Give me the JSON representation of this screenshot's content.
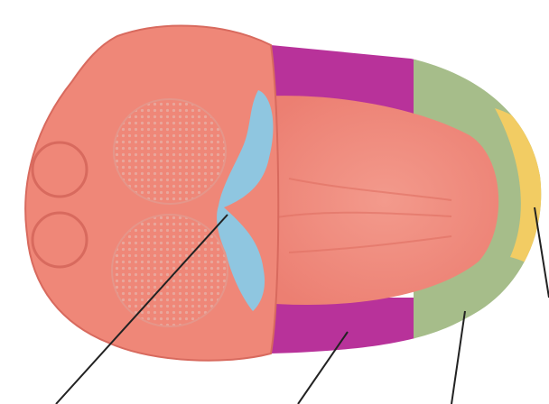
{
  "figure": {
    "subject": "tongue-taste-regions",
    "colors": {
      "background": "#ffffff",
      "tissue": "#f08a7c",
      "tissue_dark": "#d9655a",
      "tissue_light": "#f7b3a6",
      "tonsil_fill": "#f6cfc8",
      "bitter_region": "#8fc6e0",
      "sour_region": "#b8329a",
      "salty_region": "#a6bd8a",
      "sweet_region": "#f2cc63",
      "leader_line": "#222222"
    },
    "regions": [
      {
        "id": "bitter",
        "color_key": "bitter_region"
      },
      {
        "id": "sour",
        "color_key": "sour_region"
      },
      {
        "id": "salty",
        "color_key": "salty_region"
      },
      {
        "id": "sweet",
        "color_key": "sweet_region"
      }
    ],
    "labels": []
  }
}
